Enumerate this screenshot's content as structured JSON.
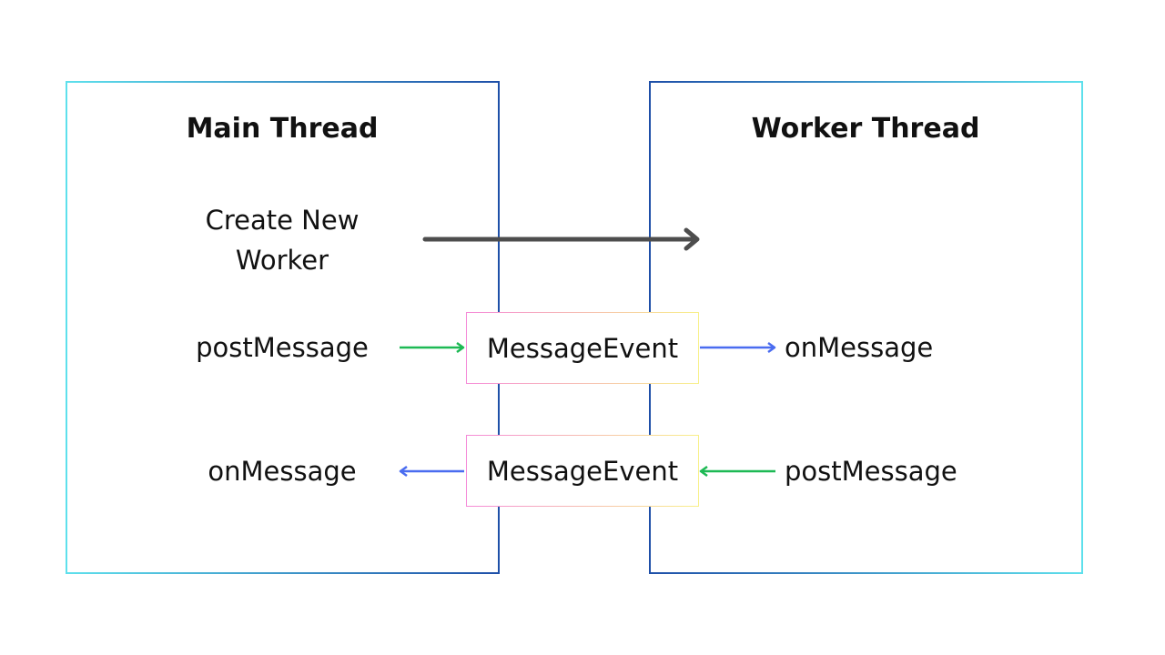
{
  "main_thread": {
    "title": "Main Thread",
    "create_label_line1": "Create New",
    "create_label_line2": "Worker",
    "post_label": "postMessage",
    "on_label": "onMessage"
  },
  "worker_thread": {
    "title": "Worker Thread",
    "on_label": "onMessage",
    "post_label": "postMessage"
  },
  "message_events": {
    "top": "MessageEvent",
    "bottom": "MessageEvent"
  },
  "colors": {
    "create_arrow": "#4d4d4d",
    "green_arrow": "#1db954",
    "blue_arrow": "#4a6cf0"
  }
}
